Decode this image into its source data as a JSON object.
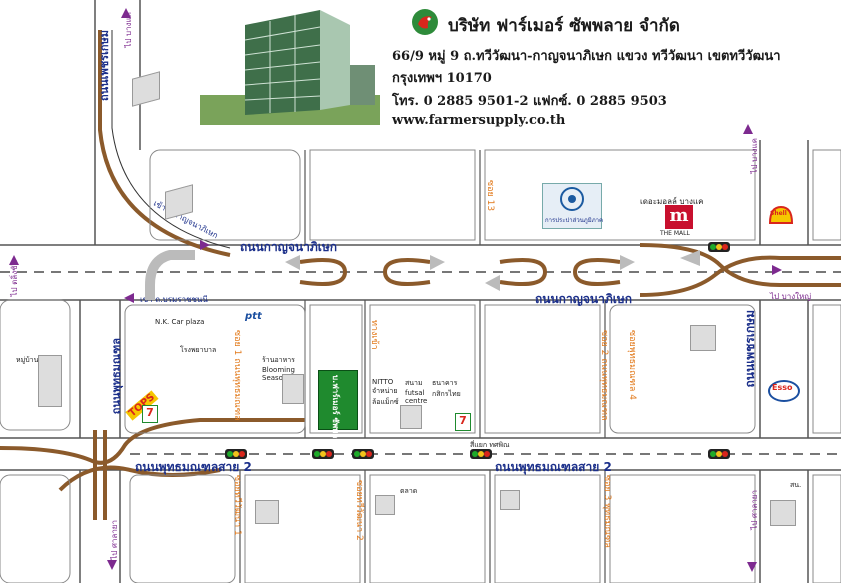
{
  "company": {
    "name": "บริษัท ฟาร์เมอร์ ซัพพลาย จำกัด",
    "address1": "66/9 หมู่ 9 ถ.ทวีวัฒนา-กาญจนาภิเษก แขวง ทวีวัฒนา เขตทวีวัฒนา",
    "address2": "กรุงเทพฯ  10170",
    "phone": "โทร. 0 2885 9501-2     แฟกซ์. 0 2885 9503",
    "website": "www.farmersupply.co.th"
  },
  "roads": {
    "kanchana_upper": "ถนนกาญจนาภิเษก",
    "kanchana_lower": "ถนนกาญจนาภิเษก",
    "phutthamonthon_left": "ถนนพุทธมณฑลสาย 2",
    "phutthamonthon_right": "ถนนพุทธมณฑลสาย 2",
    "left_vertical_top": "ถนนเพชรเกษม",
    "left_vertical_mid": "ถนนพุทธมณฑล",
    "right_vertical": "ถนนเพชรเกษม",
    "ramp_top": "เข้า ถ.กาญจนาภิเษก",
    "ramp_mid": "เข้า ถ.บรมราชชนนี"
  },
  "directions": {
    "to_bangkhae_top": "ไป บางแค",
    "to_bangkhae_right": "ไป บางแค",
    "to_bangyai": "ไป บางใหญ่",
    "to_salaya_left": "ไป ศาลายา",
    "to_salaya_right": "ไป ศาลายา",
    "to_bangkhunnon": "ไป ตลิ่งชัน"
  },
  "sois": {
    "soi13": "ซอย 13",
    "soi2_right": "ซอย 2 ถนนพุทธมณฑล",
    "soi_left1": "ซอย 1 ถนนพุทธมณฑล",
    "soi_lower1": "ซอยทวีวัฒนา 1",
    "soi_lower2": "ซอยทวีวัฒนา 2",
    "soi_lower3": "ซอย 3 พุทธมณฑล",
    "soi_right_lower": "ซอยพุทธมณฑล 4",
    "soi_mid": "ทางเข้า"
  },
  "places": {
    "the_mall_label": "เดอะมอลล์ บางแค",
    "the_mall_logo": "m",
    "the_mall_text": "THE MALL",
    "provincial_water": "การประปาส่วนภูมิภาค",
    "shell": "Shell",
    "esso": "Esso",
    "nitto": "NITTO จำหน่าย ล้อแม็กซ์",
    "futsal": "สนาม futsal centre",
    "bank_thai": "ธนาคาร กสิกรไทย",
    "ptt": "ptt",
    "tops": "TOPS",
    "seven_left": "7",
    "seven_mid": "7",
    "farmer_label": "บ.ฟาร์เมอร์ ซัพพลาย",
    "blooming": "ร้านอาหาร Blooming Season",
    "mk": "N.K. Car plaza",
    "hospital": "โรงพยาบาล",
    "village": "หมู่บ้าน",
    "market": "ตลาด",
    "police": "สน.",
    "intersection": "สี่แยก ทศพิณ"
  },
  "colors": {
    "road_brown": "#8b5a2b",
    "road_blue_text": "#1b2f8a",
    "arrow_purple": "#7d2a8f",
    "soi_orange": "#e27a1c",
    "farmer_green": "#1f8a2e",
    "traffic_light_green": "#1faa2a"
  },
  "icons": [
    "parrot-logo-icon",
    "traffic-light-icon",
    "u-turn-icon",
    "arrow-icon",
    "shell-icon",
    "esso-icon",
    "seven-eleven-icon"
  ]
}
